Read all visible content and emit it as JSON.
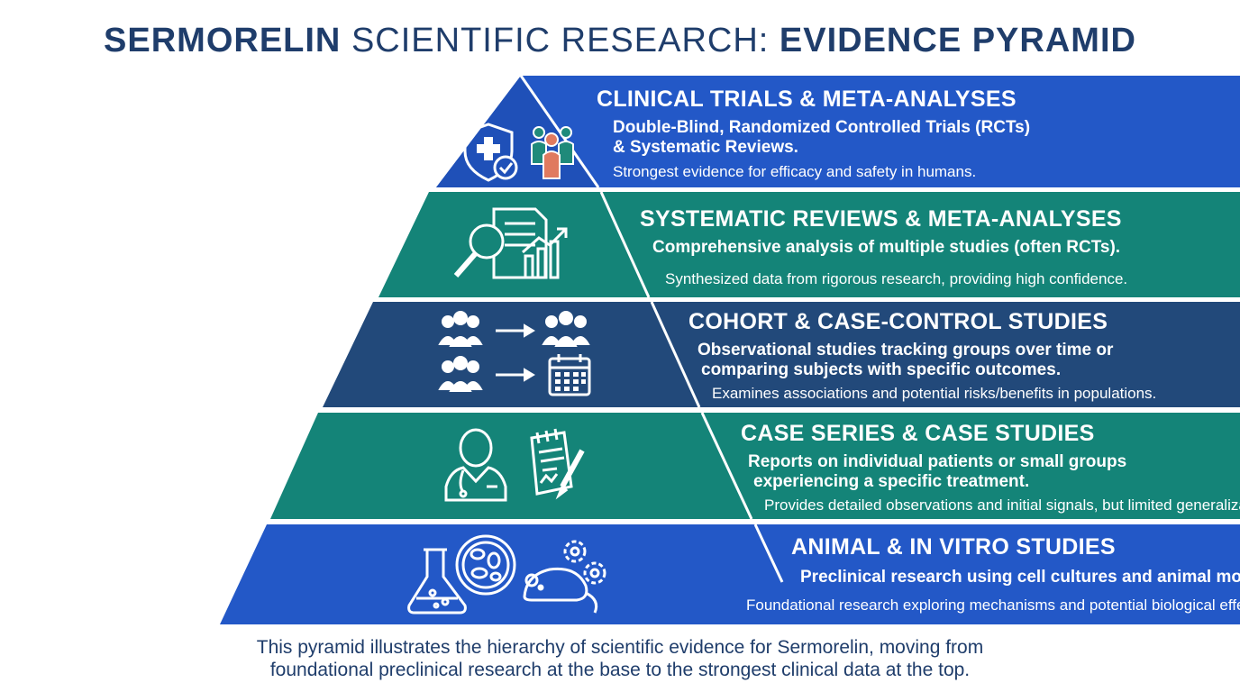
{
  "title": {
    "part1": "SERMORELIN",
    "part2": " SCIENTIFIC RESEARCH: ",
    "part3": "EVIDENCE PYRAMID"
  },
  "colors": {
    "blue": "#2358c7",
    "teal": "#148478",
    "navy": "#22497a",
    "title": "#1f3d6b"
  },
  "tiers": [
    {
      "heading": "CLINICAL TRIALS & META-ANALYSES",
      "sub1": "Double-Blind, Randomized Controlled Trials (RCTs)",
      "sub2": "& Systematic Reviews.",
      "desc": "Strongest evidence for efficacy and safety in humans.",
      "icons": [
        "shield-cross-check-icon",
        "people-group-icon"
      ]
    },
    {
      "heading": "SYSTEMATIC REVIEWS & META-ANALYSES",
      "sub1": "Comprehensive analysis of multiple studies (often RCTs).",
      "desc": "Synthesized data from rigorous research, providing high confidence.",
      "icons": [
        "magnifier-document-icon",
        "bar-chart-trend-icon"
      ]
    },
    {
      "heading": "COHORT & CASE-CONTROL STUDIES",
      "sub1": "Observational studies tracking groups over time or",
      "sub2": "comparing subjects with specific outcomes.",
      "desc": "Examines associations and potential risks/benefits in populations.",
      "icons": [
        "group-arrow-group-icon",
        "group-arrow-calendar-icon"
      ]
    },
    {
      "heading": "CASE SERIES & CASE STUDIES",
      "sub1": "Reports on individual patients or small groups",
      "sub2": "experiencing a specific treatment.",
      "desc": "Provides detailed observations and initial signals, but limited generalization.",
      "icons": [
        "doctor-icon",
        "notepad-pen-icon"
      ]
    },
    {
      "heading": "ANIMAL & IN VITRO STUDIES",
      "sub1": "Preclinical research using cell cultures and animal models.",
      "desc": "Foundational research exploring mechanisms and potential biological effects.",
      "icons": [
        "flask-icon",
        "petri-dish-icon",
        "mouse-gears-icon"
      ]
    }
  ],
  "footer": {
    "line1": "This pyramid illustrates the hierarchy of scientific evidence for Sermorelin, moving from",
    "line2": "foundational preclinical research at the base to the strongest clinical data at the top."
  }
}
